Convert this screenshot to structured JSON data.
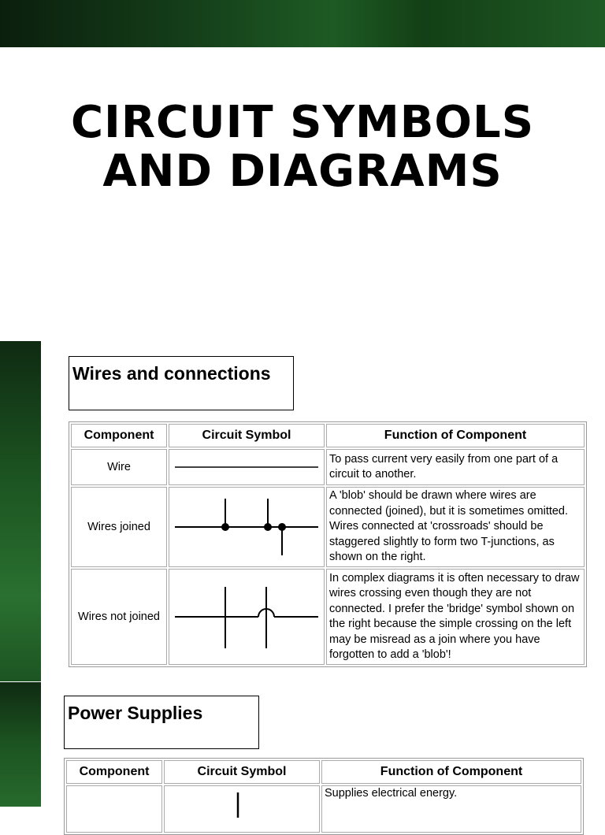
{
  "title": {
    "line1": "CIRCUIT SYMBOLS",
    "line2": "AND DIAGRAMS"
  },
  "sections": [
    {
      "heading": "Wires and connections",
      "headers": [
        "Component",
        "Circuit Symbol",
        "Function of Component"
      ],
      "rows": [
        {
          "component": "Wire",
          "symbol_icon": "wire-symbol",
          "function": "To pass current very easily from one part of a circuit to another."
        },
        {
          "component": "Wires joined",
          "symbol_icon": "wires-joined-symbol",
          "function": "A 'blob' should be drawn where wires are connected (joined), but it is sometimes omitted. Wires connected at 'crossroads' should be staggered slightly to form two T-junctions, as shown on the right."
        },
        {
          "component": "Wires not joined",
          "symbol_icon": "wires-not-joined-symbol",
          "function": "In complex diagrams it is often necessary to draw wires crossing even though they are not connected. I prefer the 'bridge' symbol shown on the right because the simple crossing on the left may be misread as a join where you have forgotten to add a 'blob'!"
        }
      ]
    },
    {
      "heading": "Power Supplies",
      "headers": [
        "Component",
        "Circuit Symbol",
        "Function of Component"
      ],
      "rows": [
        {
          "component": "",
          "symbol_icon": "cell-symbol",
          "function": "Supplies electrical energy."
        }
      ]
    }
  ],
  "colors": {
    "band_dark": "#0b1f0d",
    "band_green": "#1e5a24",
    "table_border": "#aaaaaa"
  }
}
